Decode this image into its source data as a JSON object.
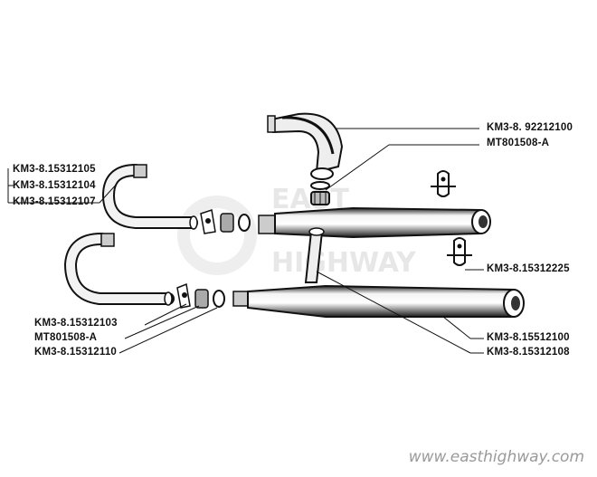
{
  "callouts": {
    "part_92212100": "KM3-8. 92212100",
    "part_mt801508_top": "MT801508-A",
    "part_15312105": "KM3-8.15312105",
    "part_15312104": "KM3-8.15312104",
    "part_15312107": "KM3-8.15312107",
    "part_15312225": "KM3-8.15312225",
    "part_15312103": "KM3-8.15312103",
    "part_mt801508_bottom": "MT801508-A",
    "part_15312110": "KM3-8.15312110",
    "part_15512100": "KM3-8.15512100",
    "part_15312108": "KM3-8.15312108"
  },
  "watermark": {
    "logo_line1": "EAST",
    "logo_line2": "HIGHWAY",
    "url": "www.easthighway.com",
    "color": "#9a9a9a"
  }
}
